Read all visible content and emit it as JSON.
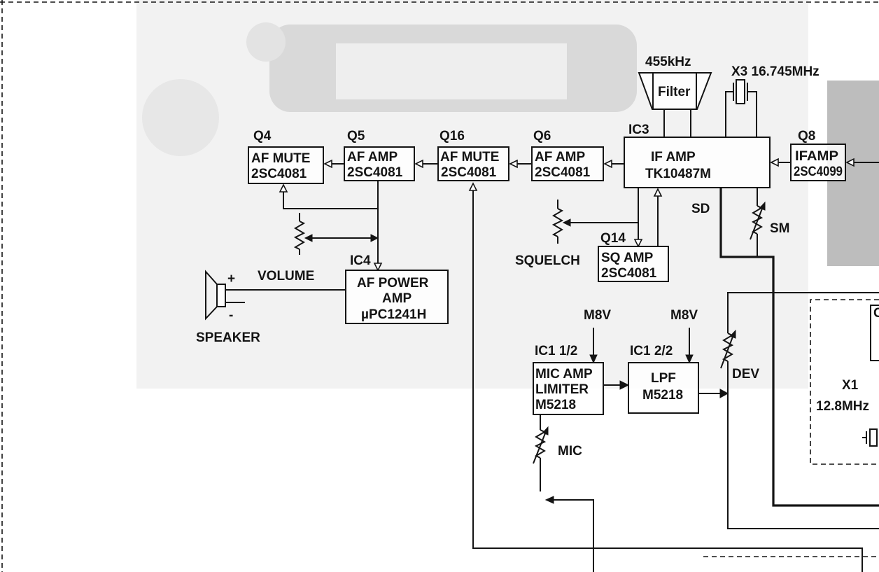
{
  "filter": {
    "frequency": "455kHz",
    "label": "Filter"
  },
  "x3": {
    "label": "X3 16.745MHz"
  },
  "ic3": {
    "ref": "IC3",
    "name": "IF AMP",
    "part": "TK10487M"
  },
  "q8": {
    "ref": "Q8",
    "name": "IFAMP",
    "part": "2SC4099"
  },
  "q6": {
    "ref": "Q6",
    "name": "AF AMP",
    "part": "2SC4081"
  },
  "q16": {
    "ref": "Q16",
    "name": "AF MUTE",
    "part": "2SC4081"
  },
  "q5": {
    "ref": "Q5",
    "name": "AF AMP",
    "part": "2SC4081"
  },
  "q4": {
    "ref": "Q4",
    "name": "AF MUTE",
    "part": "2SC4081"
  },
  "q14": {
    "ref": "Q14",
    "name": "SQ AMP",
    "part": "2SC4081"
  },
  "ic4": {
    "ref": "IC4",
    "name_line1": "AF POWER",
    "name_line2": "AMP",
    "part": "µPC1241H"
  },
  "ic1_a": {
    "ref": "IC1 1/2",
    "supply": "M8V",
    "name_line1": "MIC AMP",
    "name_line2": "LIMITER",
    "part": "M5218"
  },
  "ic1_b": {
    "ref": "IC1 2/2",
    "supply": "M8V",
    "name": "LPF",
    "part": "M5218"
  },
  "x1": {
    "ref": "X1",
    "frequency": "12.8MHz"
  },
  "controls": {
    "sd": "SD",
    "sm": "SM",
    "squelch": "SQUELCH",
    "volume": "VOLUME",
    "dev": "DEV",
    "mic": "MIC"
  },
  "speaker": {
    "label": "SPEAKER",
    "plus": "+",
    "minus": "-"
  },
  "partial_block": {
    "label": "C"
  }
}
